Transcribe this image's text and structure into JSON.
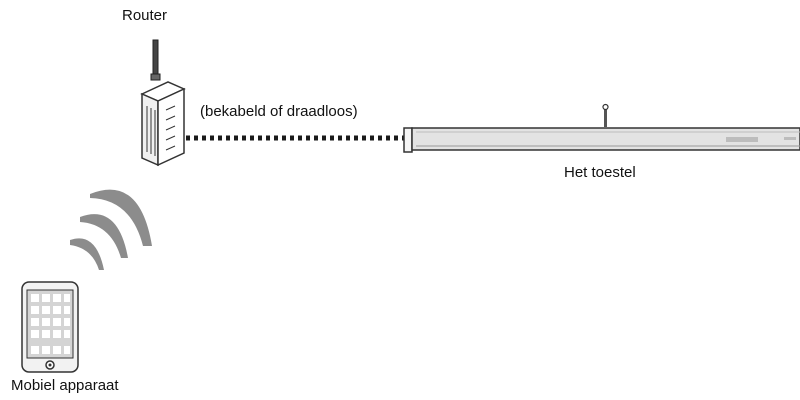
{
  "labels": {
    "router": "Router",
    "connection": "(bekabeld of draadloos)",
    "device": "Het toestel",
    "mobile": "Mobiel apparaat"
  },
  "colors": {
    "outline": "#333333",
    "wifi_arcs": "#8c8c8c",
    "connection_line": "#1a1a1a",
    "soundbar_fill": "#e3e3e3",
    "phone_fill": "#f2f2f2",
    "phone_screen": "#d4d4d4",
    "app_tiles": "#ffffff"
  },
  "icons": {
    "router": "router-icon",
    "wifi": "wifi-signal-icon",
    "device": "soundbar-icon",
    "mobile": "smartphone-icon"
  }
}
